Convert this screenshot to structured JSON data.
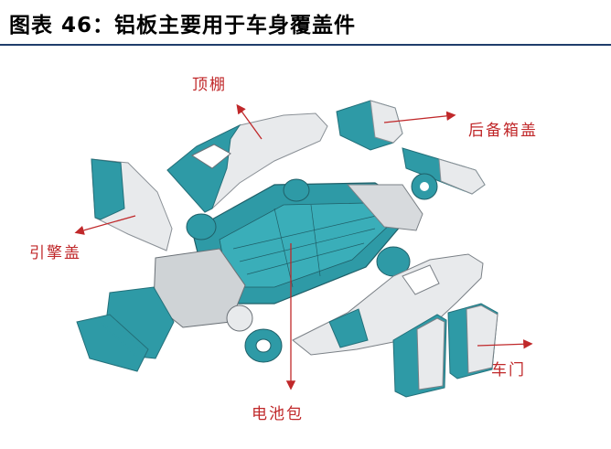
{
  "title": "图表 46：铝板主要用于车身覆盖件",
  "labels": {
    "roof": "顶棚",
    "trunk_lid": "后备箱盖",
    "hood": "引擎盖",
    "battery_pack": "电池包",
    "door": "车门"
  },
  "colors": {
    "aluminum": "#2e9aa6",
    "steel": "#e6e8ea",
    "label": "#c0282a",
    "rule": "#1f3d6b"
  }
}
